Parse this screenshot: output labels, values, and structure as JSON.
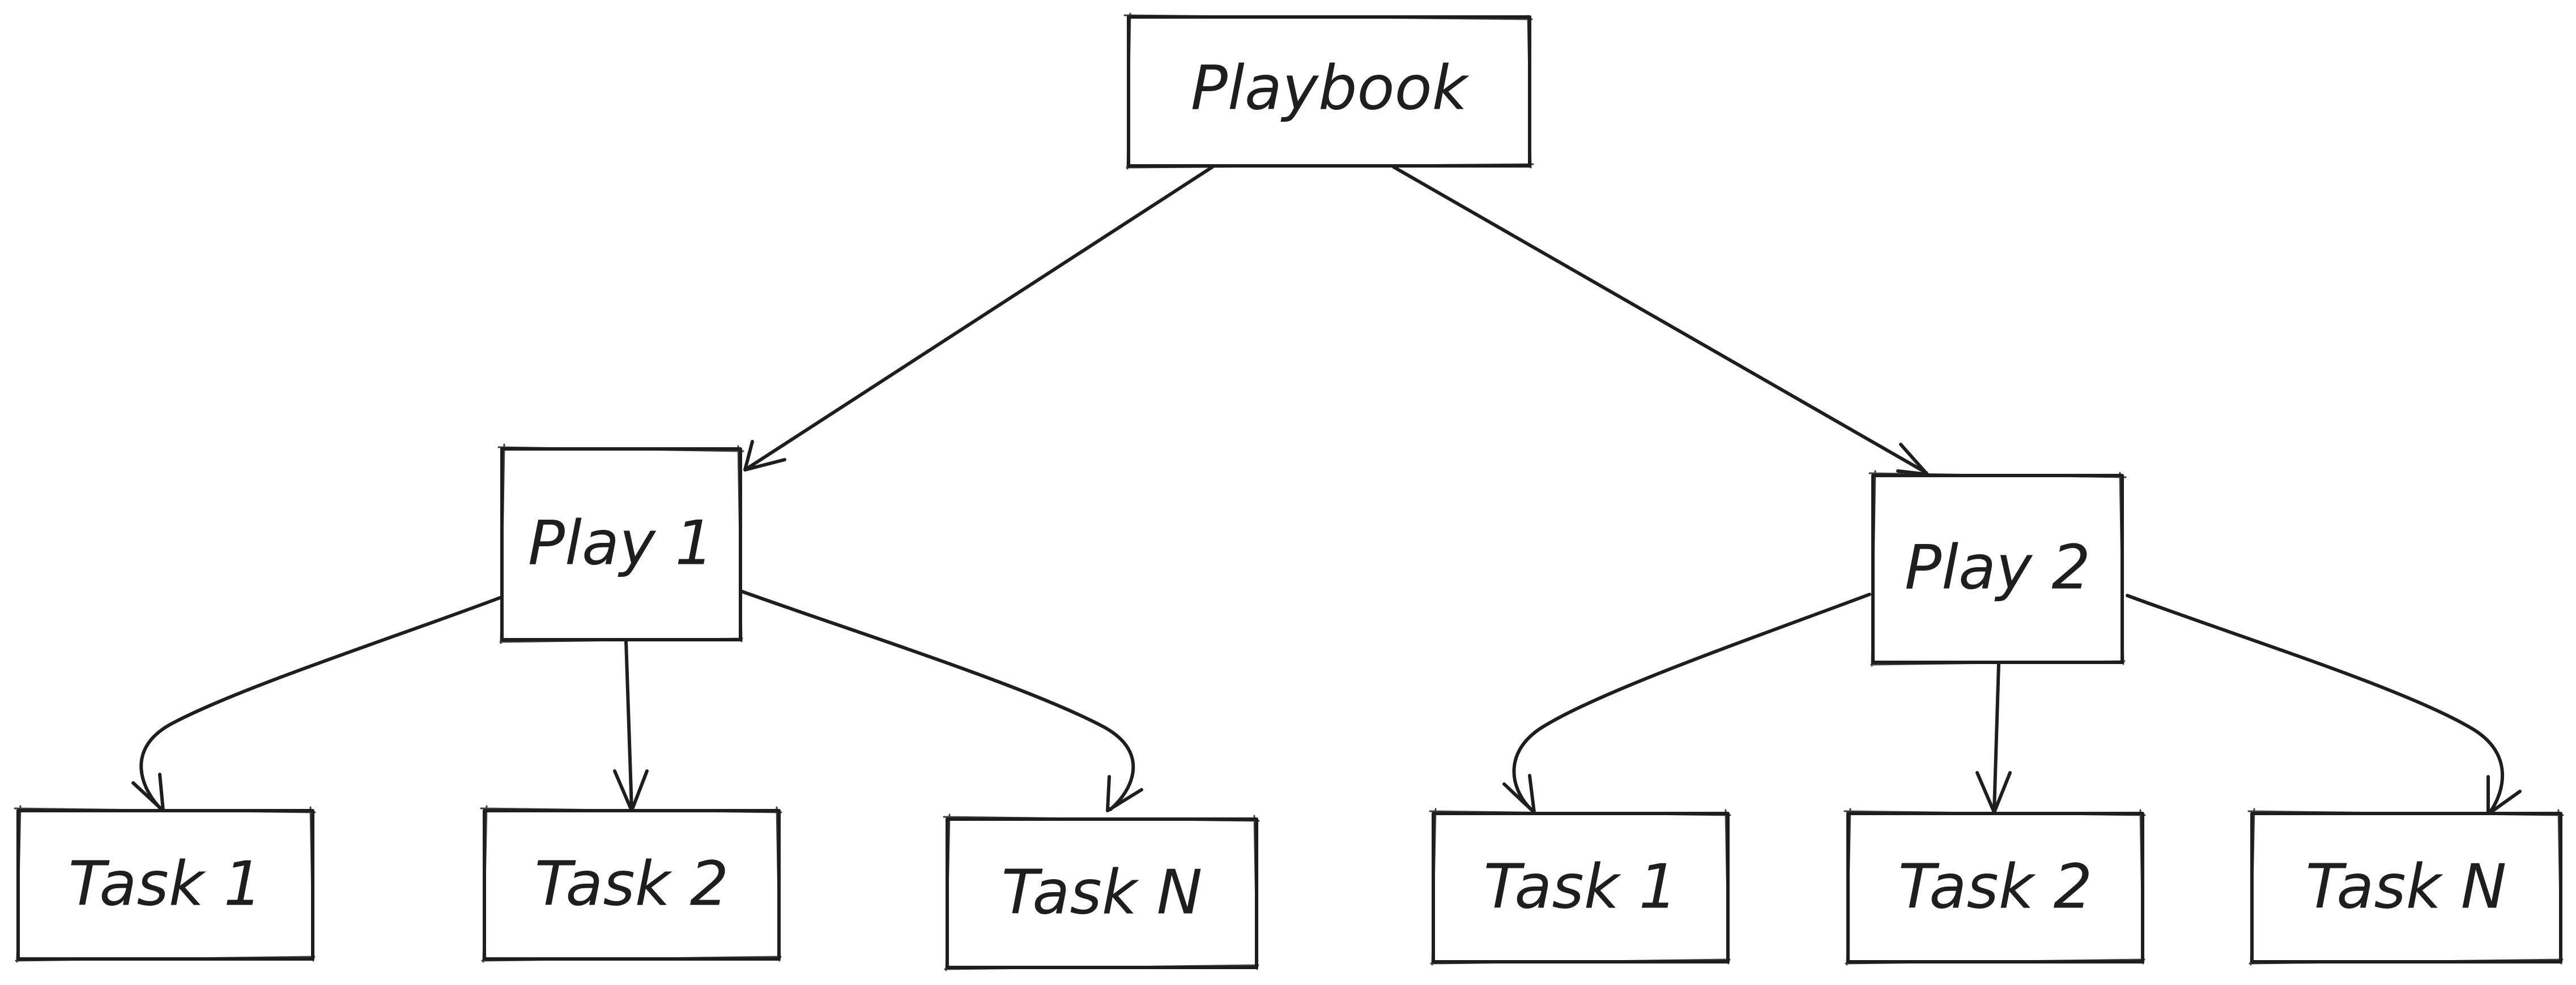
{
  "diagram": {
    "root": {
      "label": "Playbook"
    },
    "plays": [
      {
        "label": "Play 1",
        "tasks": [
          {
            "label": "Task 1"
          },
          {
            "label": "Task 2"
          },
          {
            "label": "Task N"
          }
        ]
      },
      {
        "label": "Play 2",
        "tasks": [
          {
            "label": "Task 1"
          },
          {
            "label": "Task 2"
          },
          {
            "label": "Task N"
          }
        ]
      }
    ],
    "colors": {
      "stroke": "#1e1e1e",
      "background": "#ffffff"
    }
  }
}
